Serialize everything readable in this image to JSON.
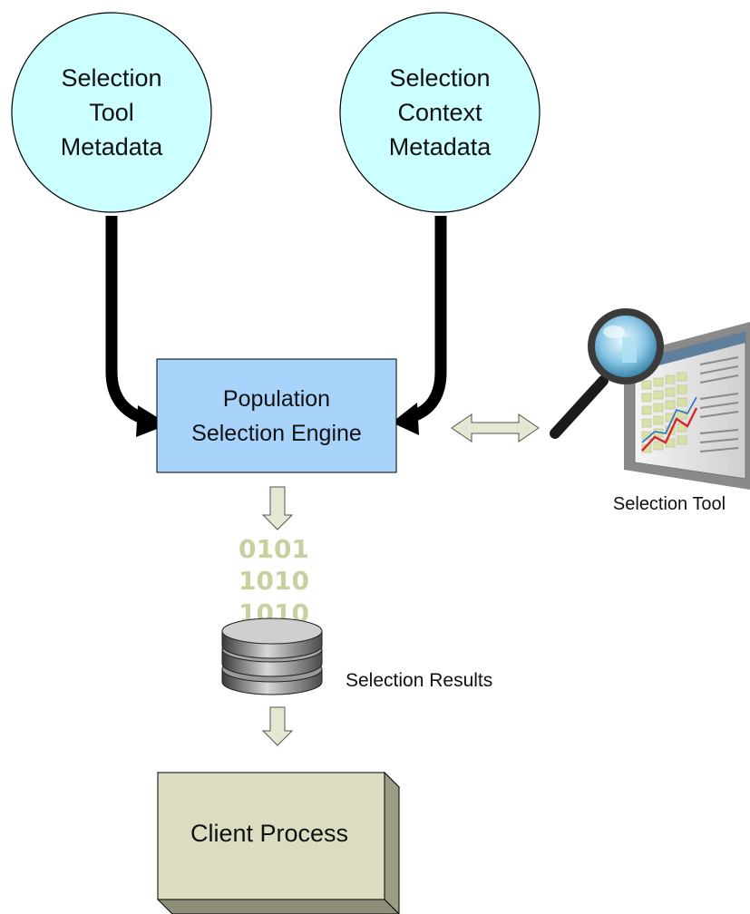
{
  "nodes": {
    "selection_tool_metadata": [
      "Selection",
      "Tool",
      "Metadata"
    ],
    "selection_context_metadata": [
      "Selection",
      "Context",
      "Metadata"
    ],
    "population_selection_engine": [
      "Population",
      "Selection Engine"
    ],
    "selection_tool": "Selection Tool",
    "binary_lines": [
      "0101",
      "1010",
      "1010"
    ],
    "selection_results": "Selection Results",
    "client_process": "Client Process"
  },
  "colors": {
    "circle_fill": "#ccffff",
    "engine_fill": "#a8d4fb",
    "client_fill": "#dcdcc0",
    "client_side": "#9d9d86",
    "small_arrow_fill": "#e2e8d2",
    "binary_text": "#c9cf9e"
  }
}
